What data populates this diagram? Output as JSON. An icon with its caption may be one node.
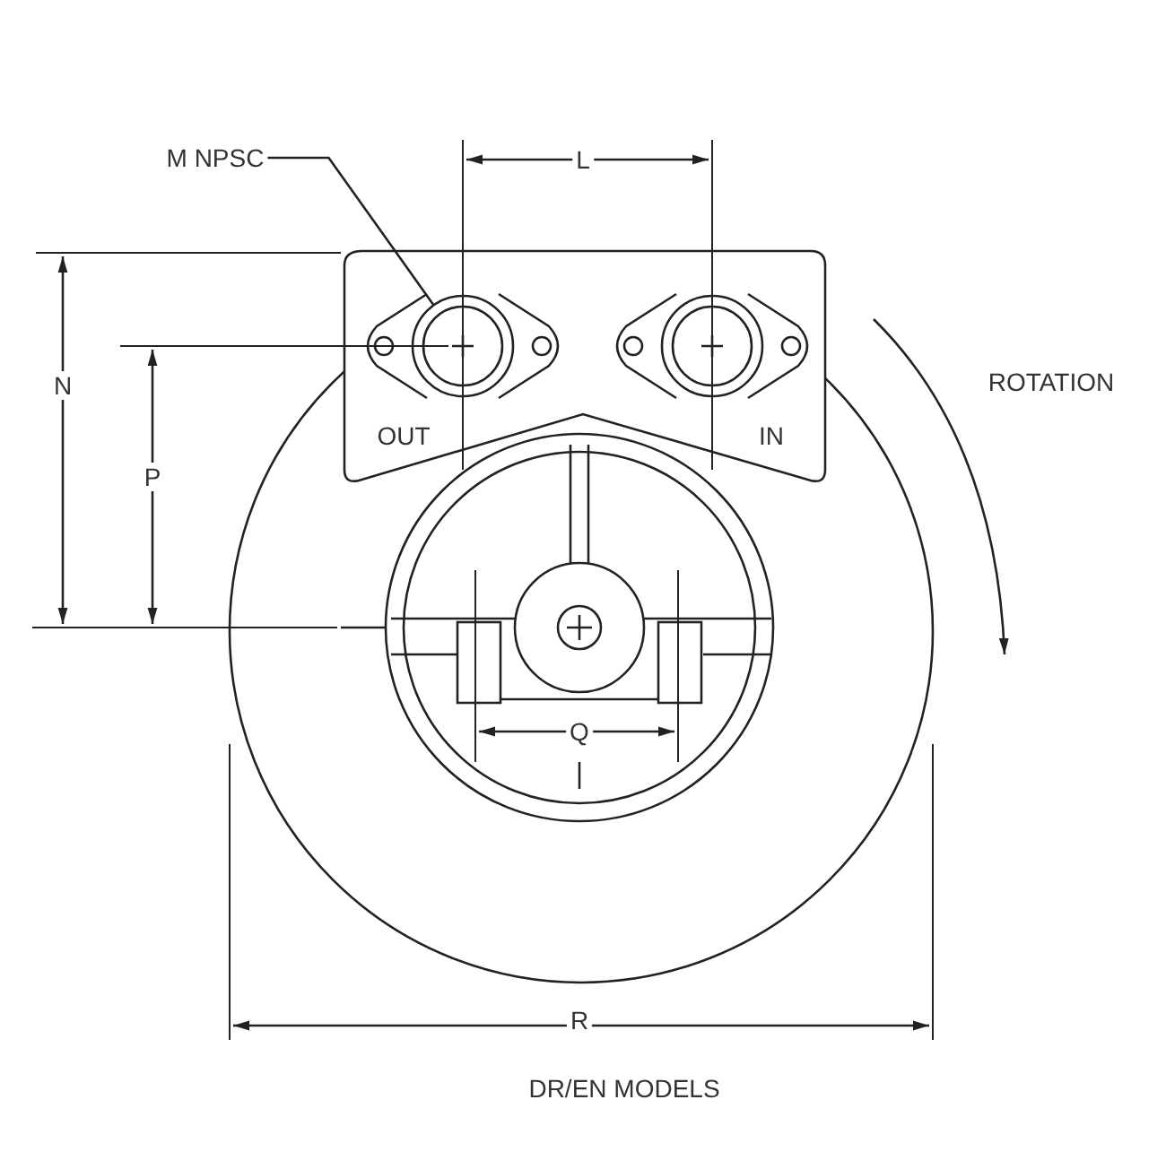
{
  "diagram": {
    "caption": "DR/EN MODELS",
    "nodes": [
      {
        "text": [
          "M NPSC"
        ]
      },
      {
        "text": [],
        "shape": "circle"
      }
    ],
    "edges": [
      {
        "from": 0,
        "to": 1,
        "arrow": "none"
      }
    ],
    "labels": [
      "L",
      "N",
      "P",
      "OUT",
      "IN",
      "ROTATION",
      "Q",
      "R"
    ]
  }
}
